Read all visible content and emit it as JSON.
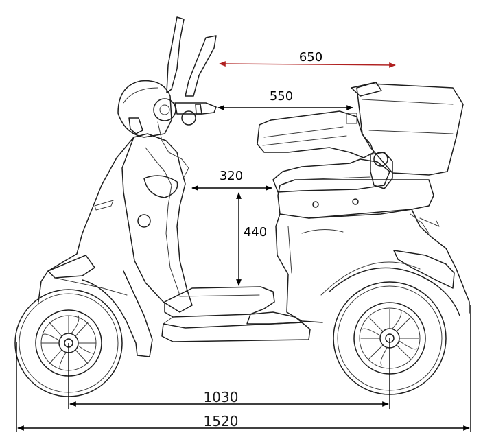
{
  "dimensions": {
    "seat_to_box": "650",
    "handlebar_to_box": "550",
    "footwell_depth": "320",
    "seat_height": "440",
    "wheelbase": "1030",
    "overall_length": "1520"
  },
  "colors": {
    "line": "#1e1e1e",
    "dimension": "#000000",
    "highlight_dimension": "#b02020"
  }
}
